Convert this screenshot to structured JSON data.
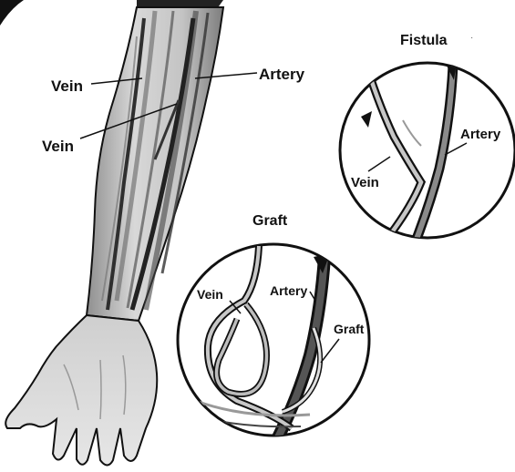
{
  "labels": {
    "arm_vein_upper": "Vein",
    "arm_artery": "Artery",
    "arm_vein_lower": "Vein",
    "fistula_title": "Fistula",
    "fistula_artery": "Artery",
    "fistula_vein": "Vein",
    "graft_title": "Graft",
    "graft_vein": "Vein",
    "graft_artery": "Artery",
    "graft_graft": "Graft"
  },
  "colors": {
    "ink": "#111111",
    "skin": "#d9d9d9",
    "skin_shadow": "#9a9a9a",
    "vessel_dark": "#3a3a3a",
    "vessel_light": "#b8b8b8",
    "inset_bg": "#ffffff"
  }
}
